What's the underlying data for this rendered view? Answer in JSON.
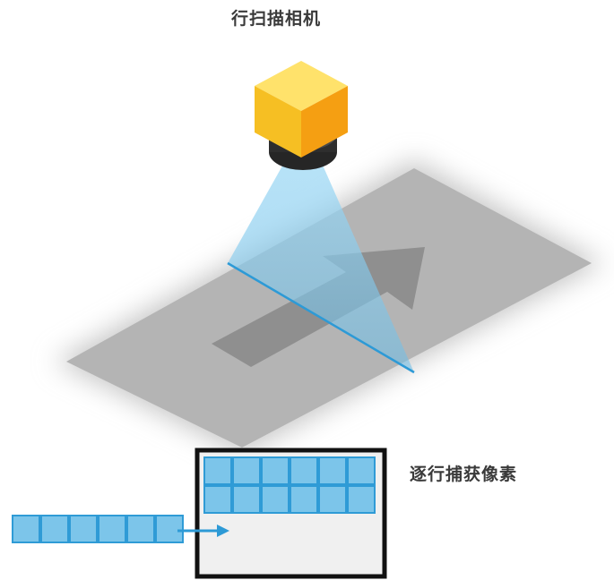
{
  "camera": {
    "label": "行扫描相机",
    "body_color": "#FBC02D",
    "lens_color": "#2b2b2b"
  },
  "capture": {
    "label": "逐行捕获像素",
    "grid_rows_filled": 2,
    "grid_cols": 6,
    "incoming_line_pixels": 6,
    "pixel_color": "#7cc5ea",
    "pixel_border": "#2f9bd6",
    "frame_color": "#111111",
    "frame_fill": "#f0f0f0"
  },
  "scene": {
    "surface_color": "#b8b8b8",
    "arrow_color": "#8a8a8a",
    "beam_color": "#8fd0f0",
    "scan_line_color": "#2d9ad6"
  }
}
